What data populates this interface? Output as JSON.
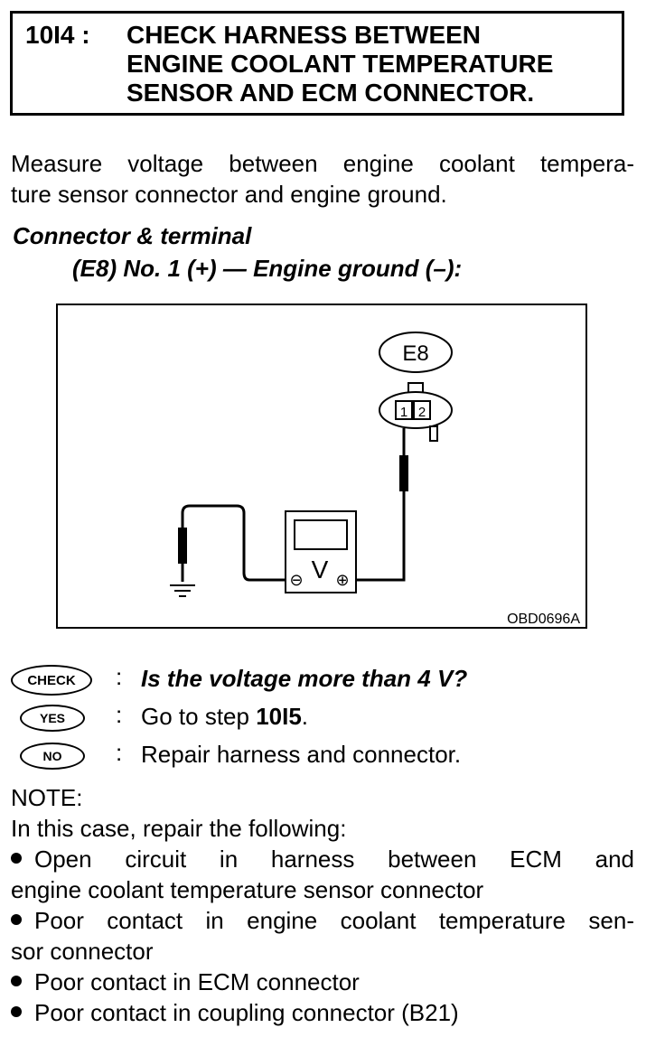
{
  "header": {
    "step": "10I4 :",
    "title_lines": [
      "CHECK HARNESS BETWEEN",
      "ENGINE COOLANT TEMPERATURE",
      "SENSOR AND ECM CONNECTOR."
    ]
  },
  "intro": {
    "line1": "Measure voltage between engine coolant tempera-",
    "line2": "ture sensor connector and engine ground."
  },
  "connector": {
    "title": "Connector & terminal",
    "detail": "(E8) No. 1 (+) — Engine ground (–):"
  },
  "diagram": {
    "connector_label": "E8",
    "pin1": "1",
    "pin2": "2",
    "meter_symbol": "V",
    "minus_symbol": "⊖",
    "plus_symbol": "⊕",
    "figure_code": "OBD0696A"
  },
  "results": [
    {
      "badge": "CHECK",
      "text": "Is the voltage more than 4 V?"
    },
    {
      "badge": "YES",
      "text_prefix": "Go to step ",
      "text_bold": "10I5",
      "text_suffix": "."
    },
    {
      "badge": "NO",
      "text": "Repair harness and connector."
    }
  ],
  "colon": ":",
  "note": {
    "heading": "NOTE:",
    "intro": "In this case, repair the following:",
    "bullets": [
      {
        "line1": "Open circuit in harness between ECM and",
        "line2": "engine coolant temperature sensor connector"
      },
      {
        "line1": "Poor contact in engine coolant temperature sen-",
        "line2": "sor connector"
      },
      {
        "line1": "Poor contact in ECM connector"
      },
      {
        "line1": "Poor contact in coupling connector (B21)"
      }
    ]
  }
}
